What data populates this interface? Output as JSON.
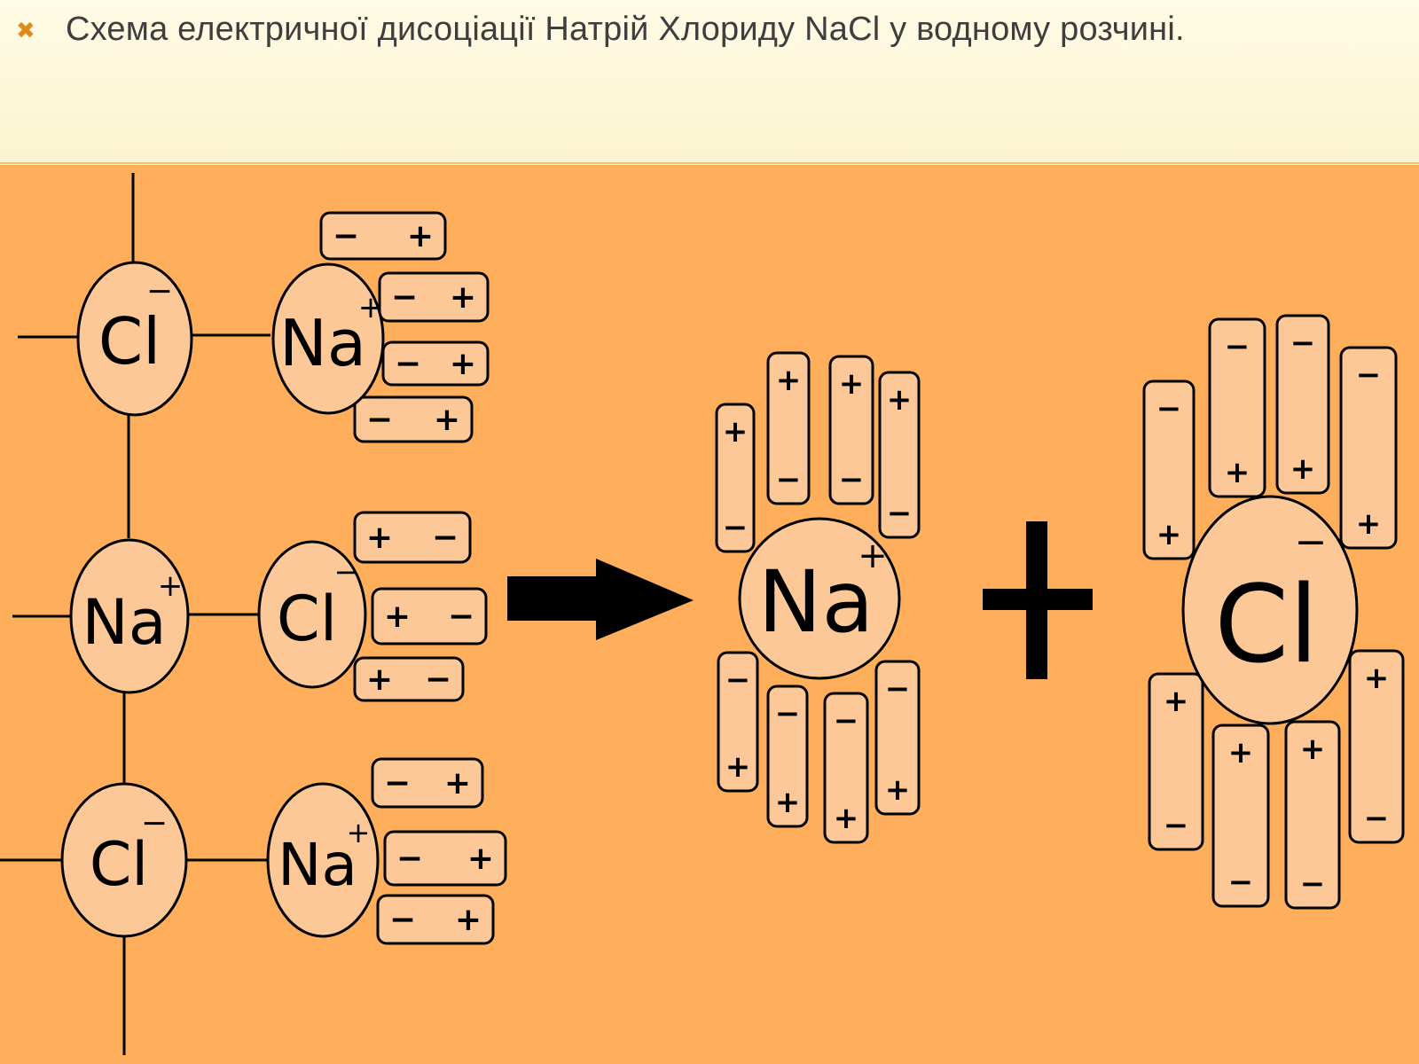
{
  "header": {
    "bullet_icon": "cross-bullet-icon",
    "title": "Схема електричної дисоціації Натрій Хлориду NaCl у водному розчині."
  },
  "colors": {
    "background": "#ffae5c",
    "ion_fill": "#fdc898",
    "header_bg": "#fcf4d0",
    "accent": "#e08a1c"
  },
  "diagram": {
    "lattice_ions": [
      {
        "symbol": "Cl",
        "charge": "−"
      },
      {
        "symbol": "Na",
        "charge": "+"
      },
      {
        "symbol": "Na",
        "charge": "+"
      },
      {
        "symbol": "Cl",
        "charge": "−"
      },
      {
        "symbol": "Cl",
        "charge": "−"
      },
      {
        "symbol": "Na",
        "charge": "+"
      }
    ],
    "hydrated_ions": [
      {
        "symbol": "Na",
        "charge": "+"
      },
      {
        "symbol": "Cl",
        "charge": "−"
      }
    ],
    "dipole_signs": {
      "positive": "+",
      "negative": "−"
    },
    "plus_sign": "+"
  }
}
